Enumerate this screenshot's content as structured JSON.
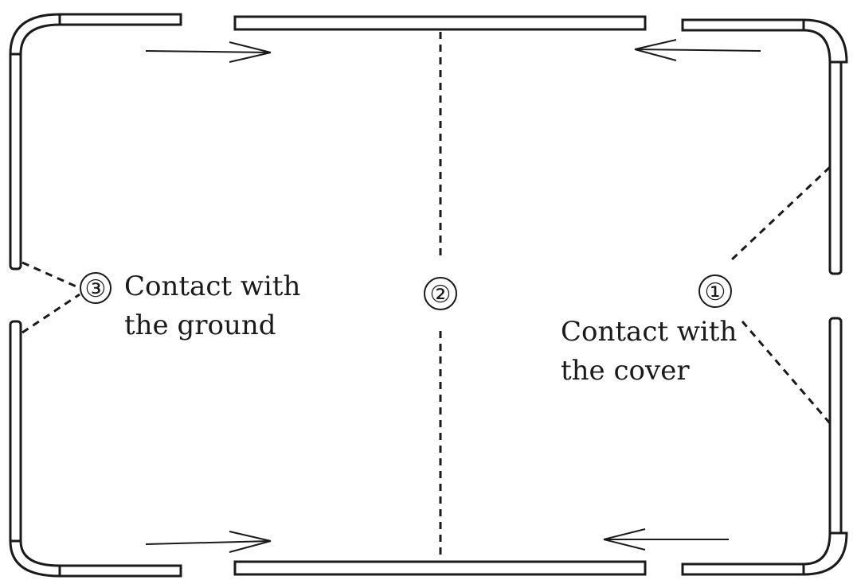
{
  "markers": {
    "m1": "①",
    "m2": "②",
    "m3": "③"
  },
  "labels": {
    "ground_line1": "Contact with",
    "ground_line2": "the ground",
    "cover_line1": "Contact with",
    "cover_line2": "the cover"
  }
}
